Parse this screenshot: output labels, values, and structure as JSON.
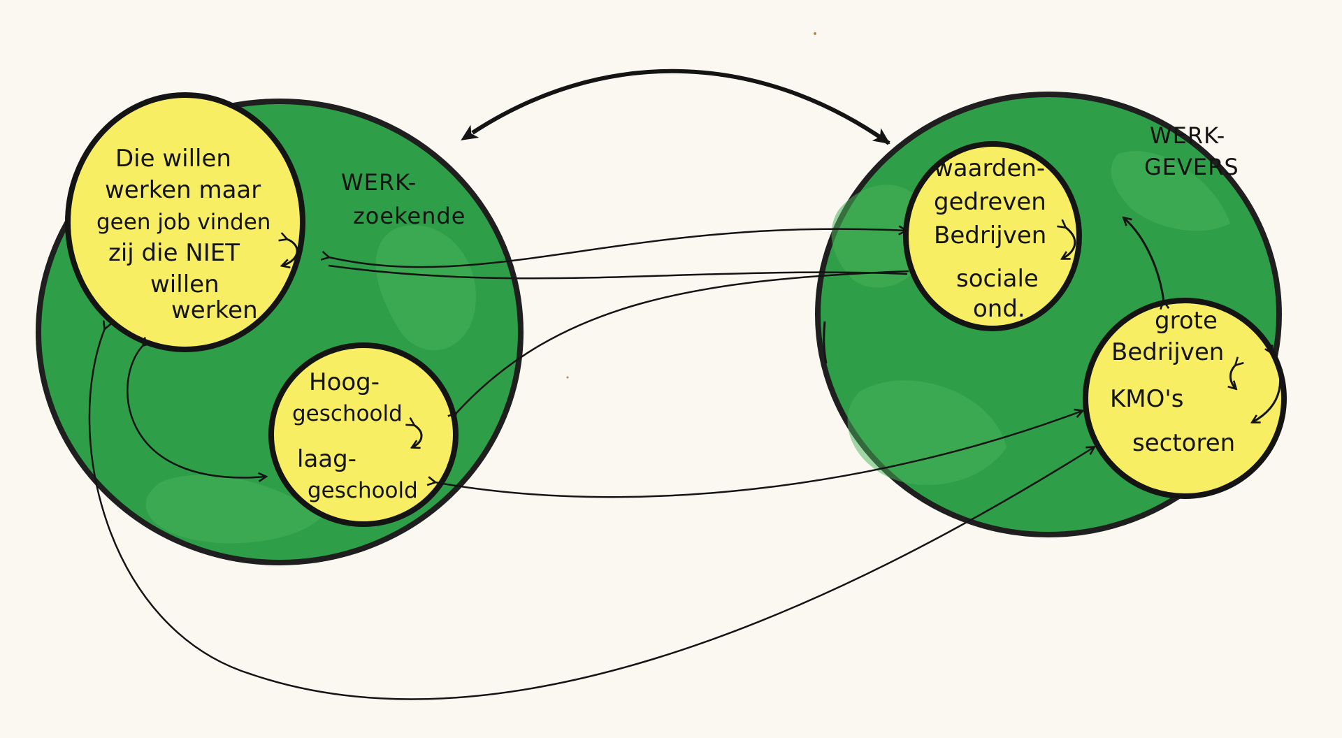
{
  "colors": {
    "paper": "#fbf8f1",
    "group_fill": "#2e9e48",
    "group_fill_light": "#48b35a",
    "node_fill": "#f7ee63",
    "ink": "#141414"
  },
  "groups": {
    "jobseekers": {
      "label_lines": [
        "WERK-",
        "zoekende"
      ]
    },
    "employers": {
      "label_lines": [
        "WERK-",
        "GEVERS"
      ]
    }
  },
  "nodes": {
    "willing": {
      "lines": [
        "Die willen",
        "werken maar",
        "geen job vinden",
        "zij die NIET",
        "willen",
        "werken"
      ],
      "icon": "two-way-arrow-icon"
    },
    "education": {
      "lines": [
        "Hoog-",
        "geschoold",
        "laag-",
        "geschoold"
      ],
      "icon": "two-way-arrow-icon"
    },
    "value_driven": {
      "lines": [
        "waarden-",
        "gedreven",
        "Bedrijven",
        "sociale",
        "ond."
      ],
      "icon": "two-way-arrow-icon"
    },
    "companies": {
      "lines": [
        "grote",
        "Bedrijven",
        "KMO's",
        "sectoren"
      ],
      "icon": "two-way-arrow-icon"
    }
  }
}
